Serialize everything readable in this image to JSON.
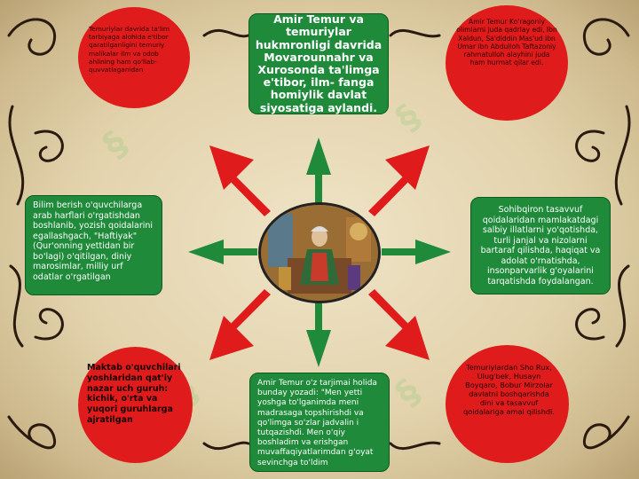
{
  "title_box": {
    "text": "Amir Temur va temuriylar hukmronligi davrida Movarounnahr va Xurosonda ta'limga e'tibor, ilm- fanga homiylik davlat siyosatiga aylandi."
  },
  "left_box": {
    "text": "Bilim berish o'quvchilarga arab harflari o'rgatishdan boshlanib, yozish qoidalarini egallashgach, \"Haftiyak\" (Qur'onning yettidan bir bo'lagi) o'qitilgan, diniy marosimlar, milliy urf odatlar o'rgatilgan"
  },
  "right_box": {
    "text": "Sohibqiron tasavvuf qoidalaridan mamlakatdagi salbiy illatlarni yo'qotishda, turli janjal va nizolarni bartaraf qilishda, haqiqat va adolat o'rnatishda, insonparvarlik g'oyalarini tarqatishda foydalangan."
  },
  "bottom_box": {
    "text": "Amir Temur o'z tarjimai holida bunday yozadi: \"Men yetti yoshga to'lganimda meni madrasaga topshirishdi va qo'limga so'zlar jadvalin i tutqazishdi. Men o'qiy boshladim va erishgan muvaffaqiyatlarimdan g'oyat sevinchga to'ldim"
  },
  "circle_top_left": {
    "text": "Temuriylar davrida ta'lim tarbiyaga alohida e'tibor qaratilganligini temuriy malikalar ilm va odob ahlining ham qo'llab-quvvatlaganidan"
  },
  "circle_top_right": {
    "text": "Amir Temur Ko'ragoniy olimlarni juda qadrlay edi, Ibn Xaldun, Sa'diddin Mas'ud ibn Umar ibn Abdulloh Taftazoniy rahmatulloh alayhini juda ham hurmat qilar edi."
  },
  "circle_bottom_left": {
    "text": "Maktab o'quvchilari yoshlaridan qat'iy nazar uch guruh: kichik, o'rta va yuqori guruhlarga ajratilgan"
  },
  "circle_bottom_right": {
    "text": "Temuriylardan Sho Rux, Ulug'bek, Husayn Boyqaro, Bobur Mirzolar davlatni boshqarishda dini va tasavvuf qoidalariga amal qilishdi."
  },
  "colors": {
    "green_box": "#1e8a3a",
    "red_circle": "#e01b1b",
    "arrow_green": "#1e8a3a",
    "arrow_red": "#e01b1b"
  }
}
